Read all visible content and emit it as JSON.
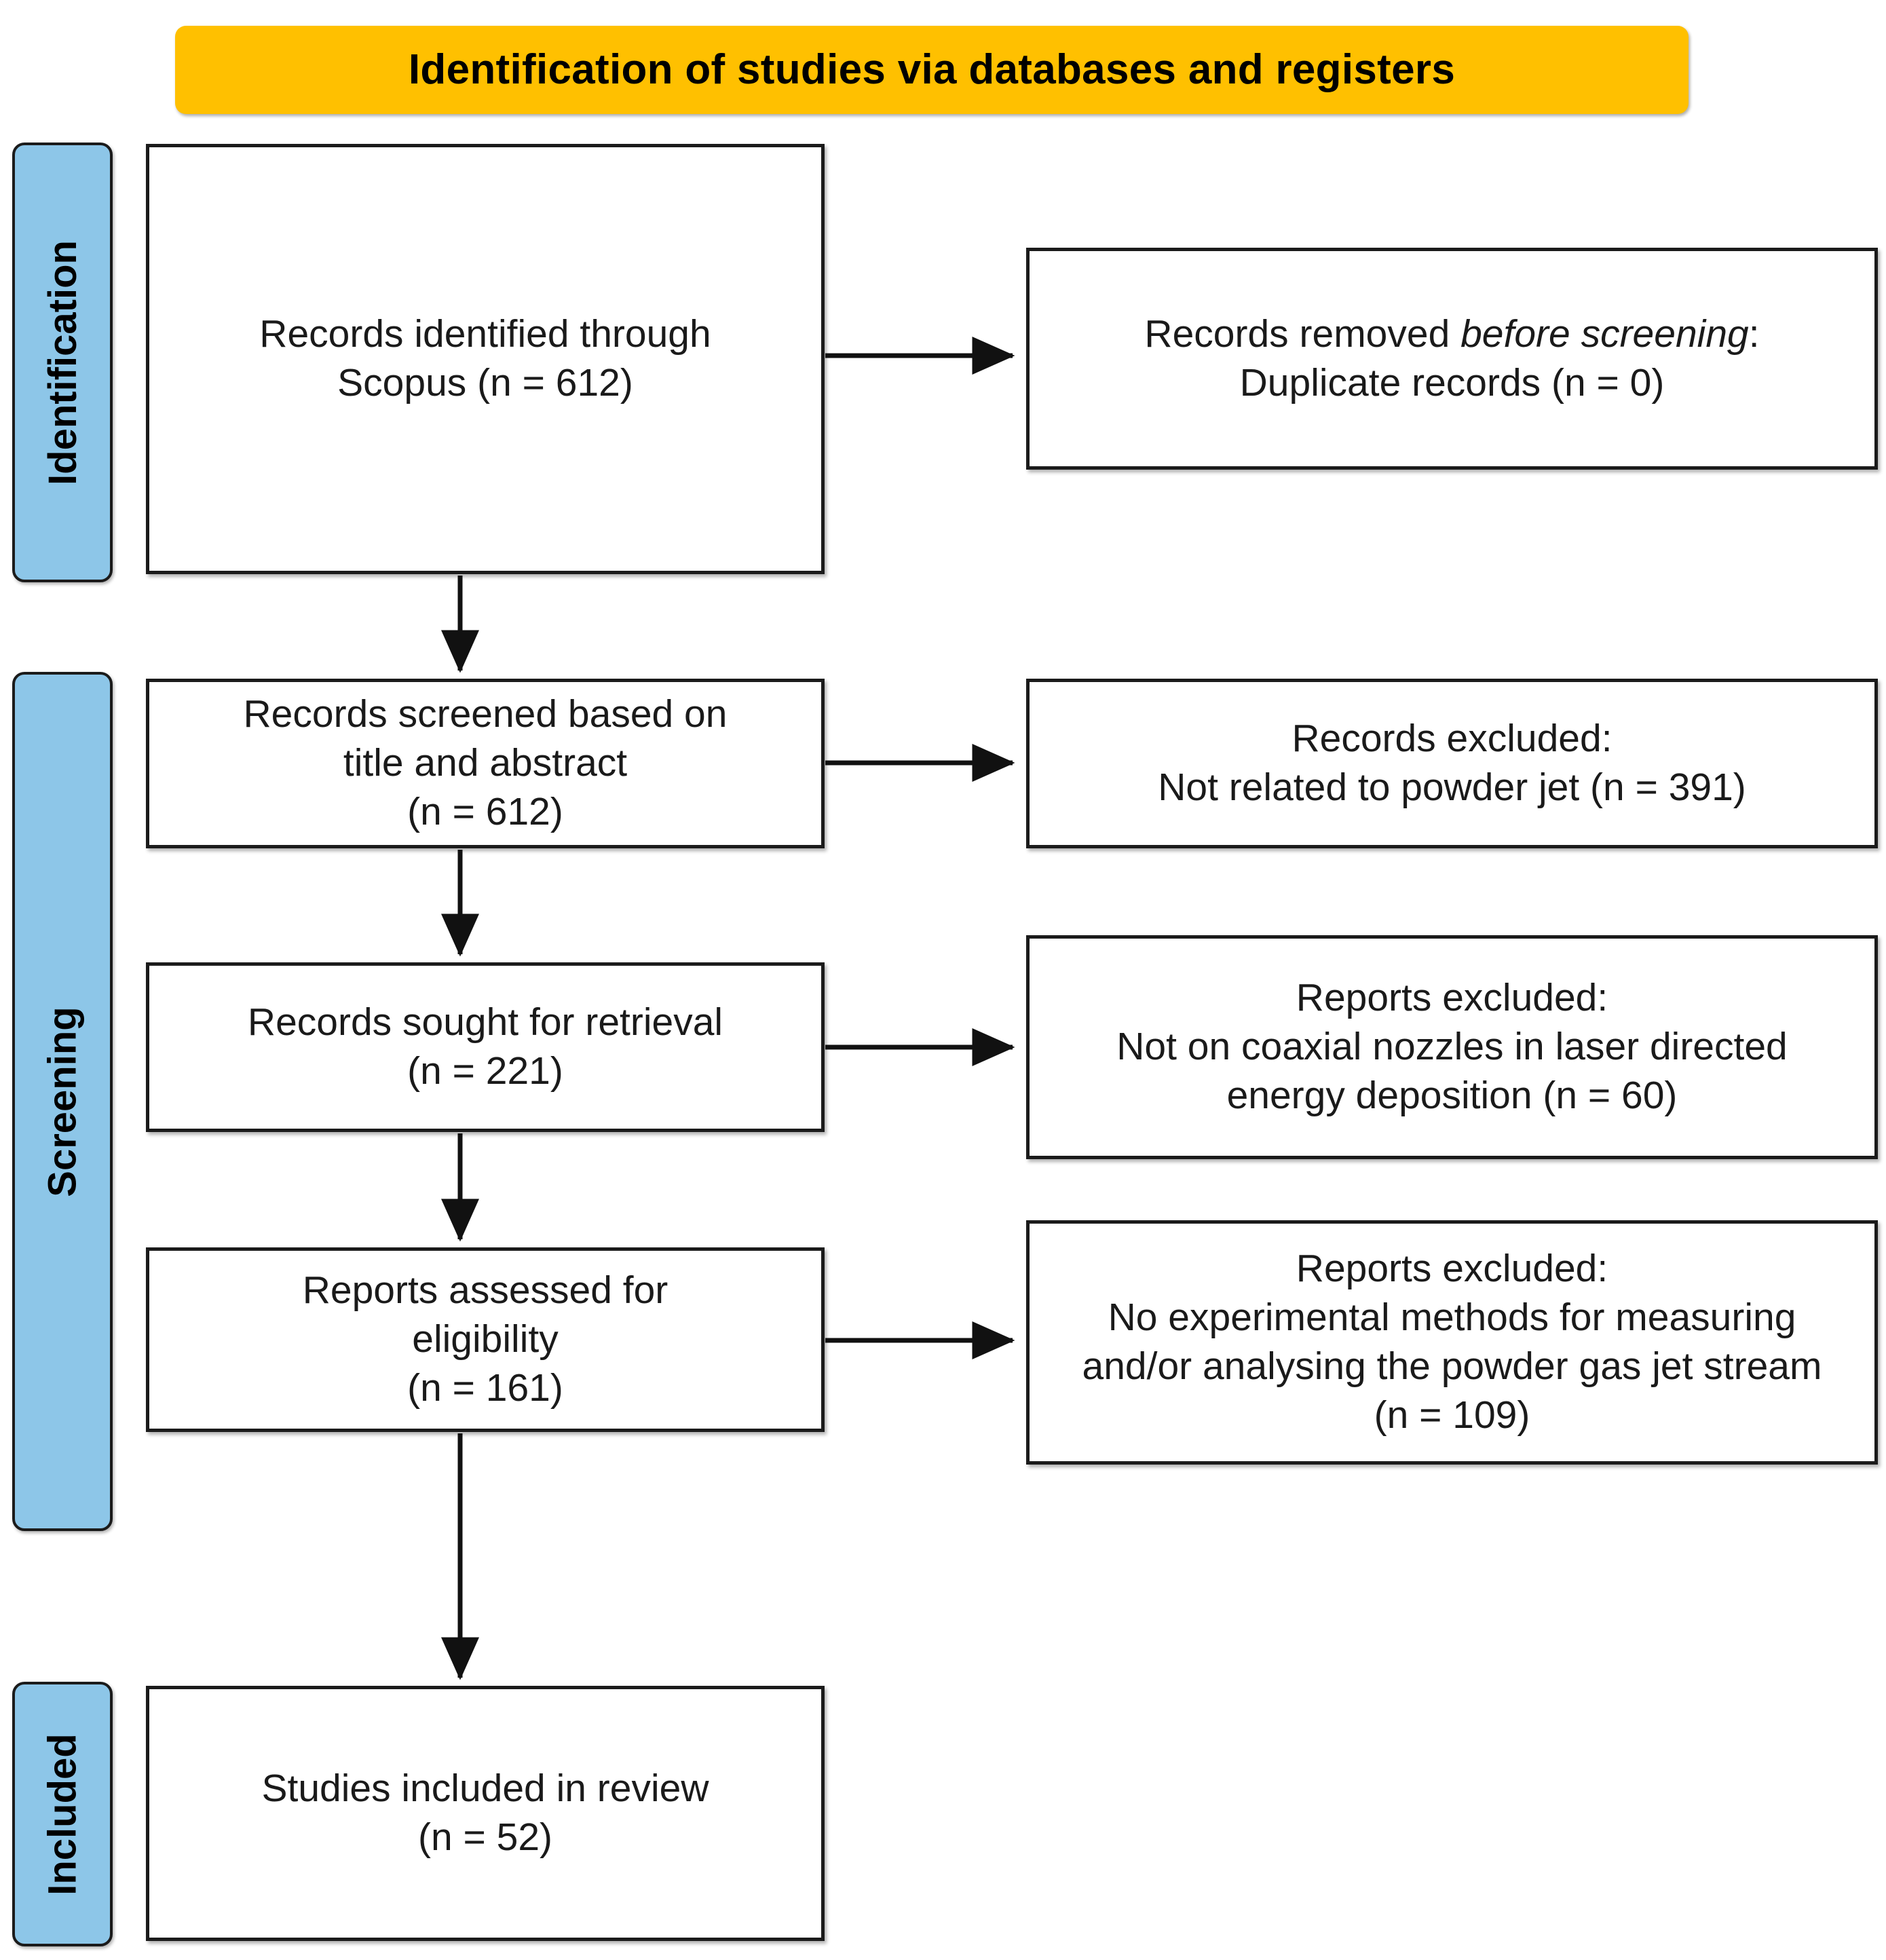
{
  "header": {
    "title": "Identification of studies via databases and registers",
    "background_color": "#FFC000"
  },
  "phases": {
    "accent_color": "#8DC6E8",
    "items": [
      {
        "id": "identification",
        "label": "Identification"
      },
      {
        "id": "screening",
        "label": "Screening"
      },
      {
        "id": "included",
        "label": "Included"
      }
    ]
  },
  "boxes": {
    "identified": {
      "lines": [
        "Records identified through",
        "Scopus (n = 612)"
      ]
    },
    "removed": {
      "line1_prefix": "Records removed ",
      "line1_italic": "before screening",
      "line1_suffix": ":",
      "line2": "Duplicate records (n = 0)"
    },
    "screened": {
      "lines": [
        "Records screened based on",
        "title and abstract",
        "(n = 612)"
      ]
    },
    "excluded_records": {
      "lines": [
        "Records excluded:",
        "Not related to powder jet (n = 391)"
      ]
    },
    "sought": {
      "lines": [
        "Records sought for retrieval",
        "(n = 221)"
      ]
    },
    "excluded_coaxial": {
      "lines": [
        "Reports excluded:",
        "Not on coaxial nozzles in laser directed",
        "energy deposition (n = 60)"
      ]
    },
    "assessed": {
      "lines": [
        "Reports assessed for",
        "eligibility",
        "(n = 161)"
      ]
    },
    "excluded_methods": {
      "lines": [
        "Reports excluded:",
        "No experimental methods for measuring",
        "and/or analysing the powder gas jet stream",
        "(n = 109)"
      ]
    },
    "included": {
      "lines": [
        "Studies included in review",
        "(n = 52)"
      ]
    }
  },
  "chart_data": {
    "type": "diagram",
    "title": "Identification of studies via databases and registers",
    "flow": [
      {
        "stage": "Identification",
        "node": "Records identified through Scopus",
        "n": 612
      },
      {
        "stage": "Identification",
        "node": "Records removed before screening: Duplicate records",
        "n": 0
      },
      {
        "stage": "Screening",
        "node": "Records screened based on title and abstract",
        "n": 612
      },
      {
        "stage": "Screening",
        "node": "Records excluded: Not related to powder jet",
        "n": 391
      },
      {
        "stage": "Screening",
        "node": "Records sought for retrieval",
        "n": 221
      },
      {
        "stage": "Screening",
        "node": "Reports excluded: Not on coaxial nozzles in laser directed energy deposition",
        "n": 60
      },
      {
        "stage": "Screening",
        "node": "Reports assessed for eligibility",
        "n": 161
      },
      {
        "stage": "Screening",
        "node": "Reports excluded: No experimental methods for measuring and/or analysing the powder gas jet stream",
        "n": 109
      },
      {
        "stage": "Included",
        "node": "Studies included in review",
        "n": 52
      }
    ]
  }
}
